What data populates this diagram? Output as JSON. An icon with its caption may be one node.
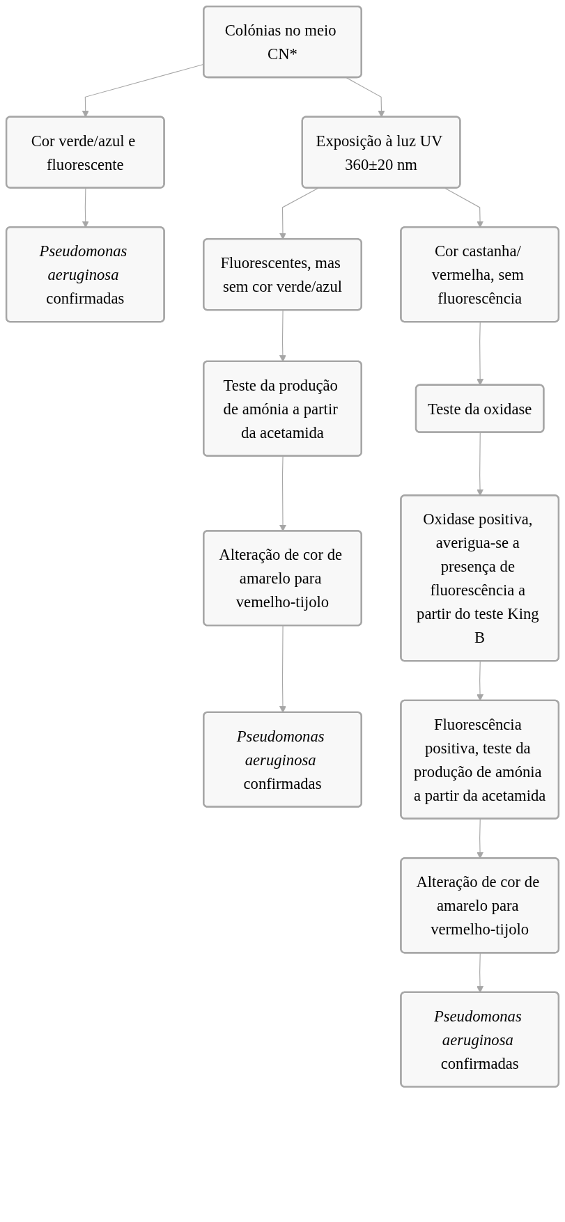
{
  "diagram": {
    "nodes": [
      {
        "text": [
          "Colónias no meio CN*"
        ]
      },
      {
        "text": [
          "Cor verde/azul e fluorescente"
        ]
      },
      {
        "text": [
          "Exposição à luz UV 360±20 nm"
        ]
      },
      {
        "text": [
          "*Pseudomonas aeruginosa* confirmadas"
        ]
      },
      {
        "text": [
          "Cor castanha/ vermelha, sem fluorescência"
        ]
      },
      {
        "text": [
          "Fluorescentes, mas sem cor verde/azul"
        ]
      },
      {
        "text": [
          "Teste da oxidase"
        ]
      },
      {
        "text": [
          "Teste da produção de amónia a partir da acetamida"
        ]
      },
      {
        "text": [
          "Oxidase positiva, averigua-se a presença de fluorescência a partir do teste King B"
        ]
      },
      {
        "text": [
          "Alteração de cor de amarelo para vemelho-tijolo"
        ]
      },
      {
        "text": [
          "*Pseudomonas aeruginosa* confirmadas"
        ]
      },
      {
        "text": [
          "Fluorescência positiva, teste da produção de amónia a partir da acetamida"
        ]
      },
      {
        "text": [
          "Alteração de cor de amarelo para vermelho-tijolo"
        ]
      },
      {
        "text": [
          "*Pseudomonas aeruginosa* confirmadas"
        ]
      }
    ],
    "edges": [
      {
        "from": 0,
        "to": 1,
        "arrow": "to"
      },
      {
        "from": 0,
        "to": 2,
        "arrow": "to"
      },
      {
        "from": 1,
        "to": 3,
        "arrow": "to"
      },
      {
        "from": 2,
        "to": 4,
        "arrow": "to"
      },
      {
        "from": 2,
        "to": 5,
        "arrow": "to"
      },
      {
        "from": 4,
        "to": 6,
        "arrow": "to"
      },
      {
        "from": 5,
        "to": 7,
        "arrow": "to"
      },
      {
        "from": 6,
        "to": 8,
        "arrow": "to"
      },
      {
        "from": 7,
        "to": 9,
        "arrow": "to"
      },
      {
        "from": 8,
        "to": 11,
        "arrow": "to"
      },
      {
        "from": 9,
        "to": 10,
        "arrow": "to"
      },
      {
        "from": 11,
        "to": 12,
        "arrow": "to"
      },
      {
        "from": 12,
        "to": 13,
        "arrow": "to"
      }
    ]
  }
}
